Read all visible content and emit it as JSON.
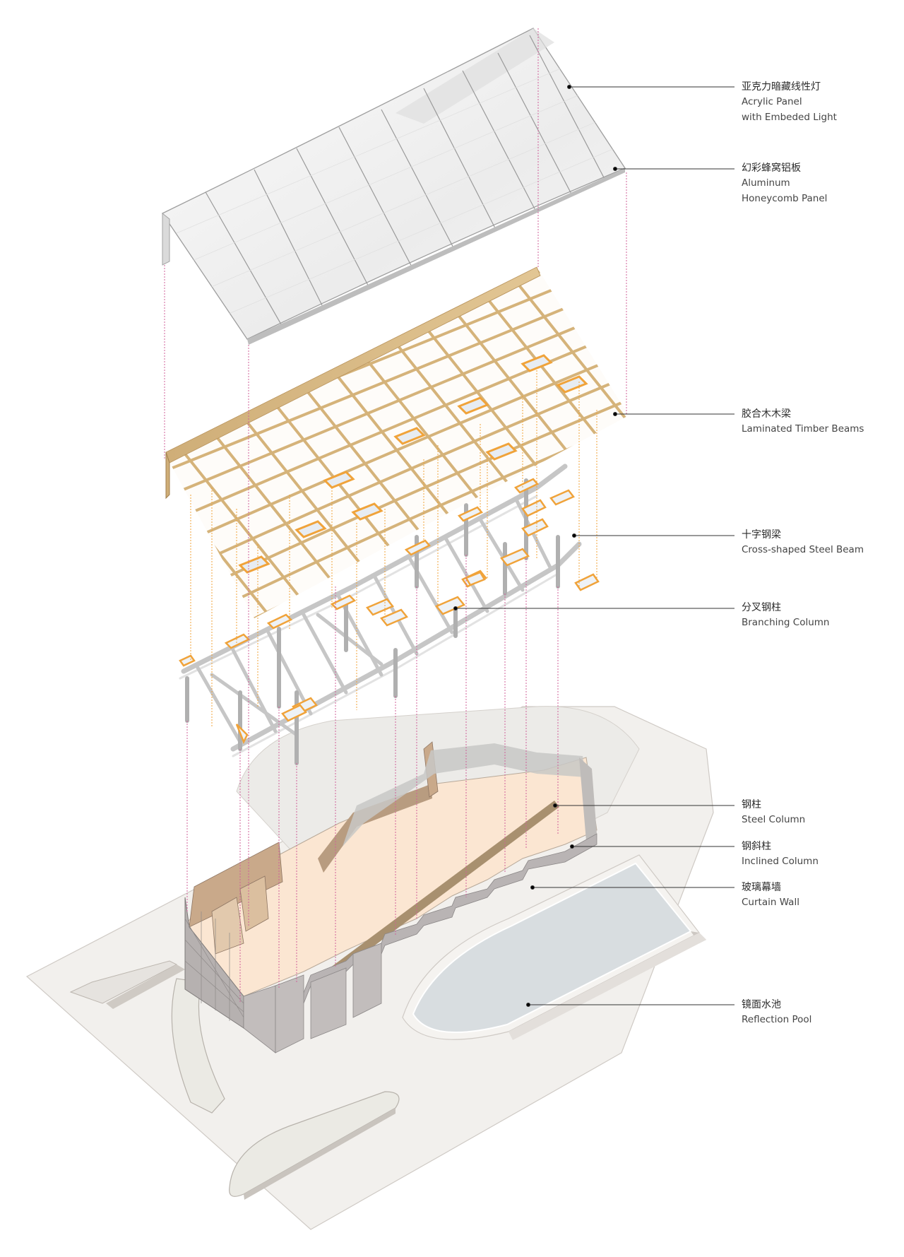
{
  "diagram": {
    "type": "exploded-axonometric",
    "colors": {
      "background": "#ffffff",
      "roof_panel": "#f1f1f1",
      "roof_seam": "#9a9a9a",
      "timber": "#d9b982",
      "timber_dark": "#b8925a",
      "skylight_frame": "#f0a33a",
      "steel": "#c9c9c9",
      "steel_dark": "#a8a8a8",
      "floor": "#fbe6d2",
      "wall_wood": "#c9a98a",
      "curtain_wall": "#b9b4b4",
      "site": "#f1efec",
      "pool": "#d8dde0",
      "projection_line_magenta": "#d0609a",
      "projection_line_orange": "#f0a33a",
      "leader": "#333333"
    },
    "layers": [
      {
        "id": "roof",
        "zh": "亚克力暗藏线性灯",
        "en_lines": [
          "Acrylic Panel",
          "with Embeded Light"
        ]
      },
      {
        "id": "roof-cladding",
        "zh": "幻彩蜂窝铝板",
        "en_lines": [
          "Aluminum",
          "Honeycomb Panel"
        ]
      },
      {
        "id": "timber-grid",
        "zh": "胶合木木梁",
        "en_lines": [
          "Laminated Timber Beams"
        ]
      },
      {
        "id": "cross-beam",
        "zh": "十字钢梁",
        "en_lines": [
          "Cross-shaped Steel Beam"
        ]
      },
      {
        "id": "branching-column",
        "zh": "分叉钢柱",
        "en_lines": [
          "Branching Column"
        ]
      },
      {
        "id": "steel-column",
        "zh": "钢柱",
        "en_lines": [
          "Steel Column"
        ]
      },
      {
        "id": "inclined-column",
        "zh": "钢斜柱",
        "en_lines": [
          "Inclined Column"
        ]
      },
      {
        "id": "curtain-wall",
        "zh": "玻璃幕墙",
        "en_lines": [
          "Curtain Wall"
        ]
      },
      {
        "id": "reflection-pool",
        "zh": "镜面水池",
        "en_lines": [
          "Reflection Pool"
        ]
      }
    ]
  }
}
